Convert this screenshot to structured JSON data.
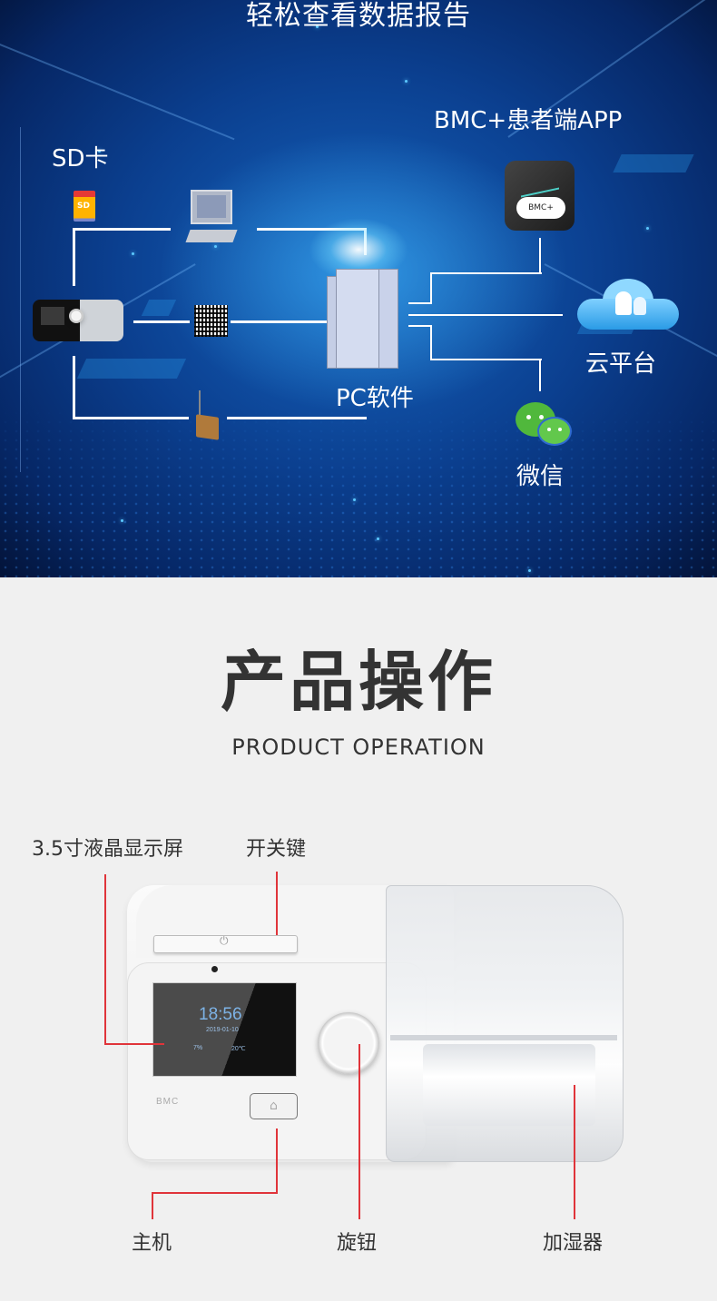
{
  "hero": {
    "title": "轻松查看数据报告",
    "labels": {
      "sd_card": "SD卡",
      "patient_app": "BMC+患者端APP",
      "pc_software": "PC软件",
      "cloud_platform": "云平台",
      "wechat": "微信"
    },
    "app_icon_text": "BMC+",
    "colors": {
      "background": "#0b3f8f",
      "lines": "#ffffff"
    }
  },
  "product": {
    "title": "产品操作",
    "subtitle": "PRODUCT OPERATION",
    "callouts": {
      "lcd": "3.5寸液晶显示屏",
      "power": "开关键",
      "host": "主机",
      "knob": "旋钮",
      "humidifier": "加湿器"
    },
    "device": {
      "screen_time": "18:56",
      "screen_date": "2019-01-10",
      "screen_humidity": "7%",
      "screen_temperature": "20℃",
      "brand": "BMC",
      "power_icon": "⏻",
      "home_icon": "⌂"
    },
    "colors": {
      "callout_line": "#e0343a",
      "text": "#333333",
      "background": "#f0f0f0"
    }
  }
}
